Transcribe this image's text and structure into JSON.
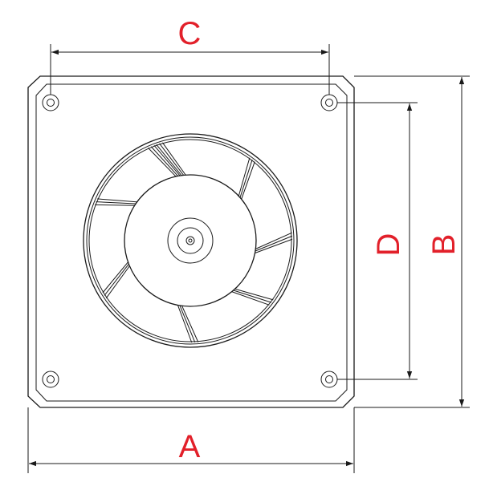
{
  "dimensions": {
    "width_label": "A",
    "height_label": "B",
    "hole_spacing_horizontal_label": "C",
    "hole_spacing_vertical_label": "D"
  },
  "colors": {
    "label": "#e2202a",
    "line": "#1a1a1a"
  }
}
